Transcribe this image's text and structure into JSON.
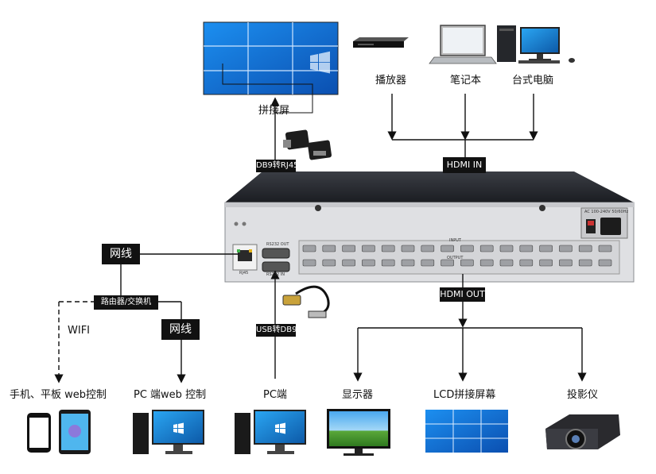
{
  "sources": {
    "player": "播放器",
    "laptop": "笔记本",
    "desktop": "台式电脑"
  },
  "videowall_top": "拼接屏",
  "badges": {
    "db9_rj45": "DB9转RJ45",
    "hdmi_in": "HDMI IN",
    "hdmi_out": "HDMI OUT",
    "usb_db9": "USB转DB9",
    "net1": "网线",
    "net2": "网线",
    "router": "路由器/交换机",
    "wifi": "WIFI"
  },
  "device": {
    "port_rs232_out": "RS232 OUT",
    "port_rs232_in": "RS232 IN",
    "port_lan": "RJ45",
    "port_input": "INPUT",
    "port_output": "OUTPUT",
    "power_label": "AC 100-240V 50/60Hz"
  },
  "outputs": {
    "mobile": "手机、平板 web控制",
    "pc_web": "PC 端web 控制",
    "pc": "PC端",
    "monitor": "显示器",
    "lcd_wall": "LCD拼接屏幕",
    "projector": "投影仪"
  }
}
